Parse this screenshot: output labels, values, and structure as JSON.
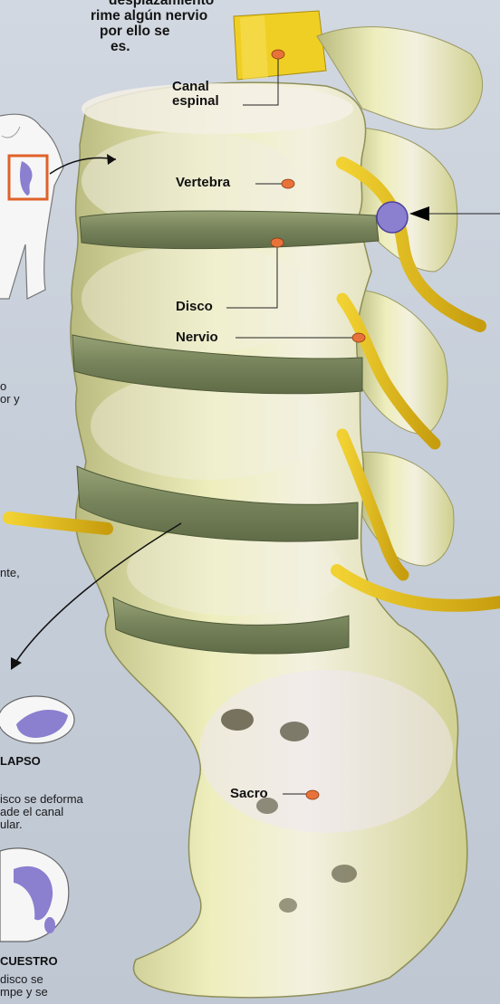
{
  "intro": {
    "lines": [
      "desplazamiento",
      "rime algún nervio",
      "por ello se",
      "es."
    ]
  },
  "labels": {
    "canal": [
      "Canal",
      "espinal"
    ],
    "vertebra": "Vertebra",
    "disco": "Disco",
    "nervio": "Nervio",
    "sacro": "Sacro"
  },
  "side_text": {
    "a": [
      "o",
      "or y"
    ],
    "b": [
      "nte,"
    ]
  },
  "panels": {
    "colapso": {
      "title": "LAPSO",
      "lines": [
        "isco se deforma",
        "ade el canal",
        "ular."
      ]
    },
    "secuestro": {
      "title": "CUESTRO",
      "lines": [
        "disco se",
        "mpe y se"
      ]
    }
  },
  "colors": {
    "bone": "#e6e6a6",
    "disc": "#7e8b62",
    "nerve": "#e8c21a",
    "marker": "#e8733a",
    "hernia": "#8b7fd0",
    "box": "#e0622a"
  }
}
